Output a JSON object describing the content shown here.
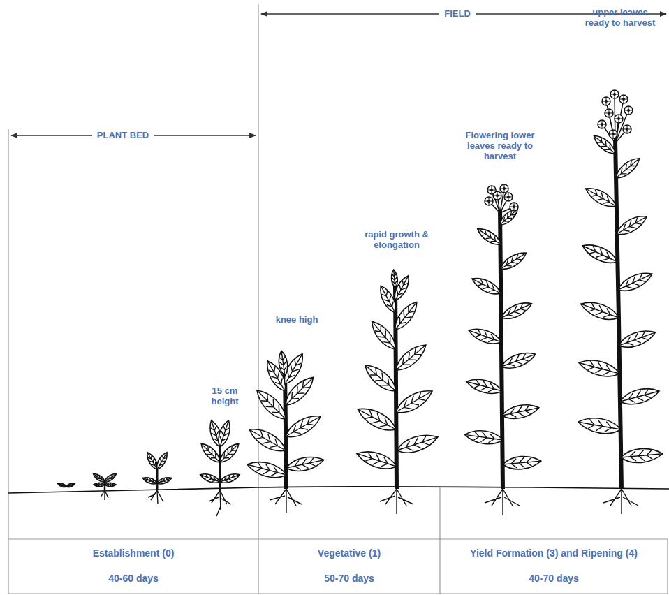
{
  "diagram": {
    "labels": [
      "FIELD",
      "PLANT BED",
      "upper leaves ready to harvest",
      "Flowering lower leaves ready to harvest",
      "rapid growth & elongation",
      "knee high",
      "15 cm height",
      "Establishment (0)",
      "40-60 days",
      "Vegetative (1)",
      "50-70 days",
      "Yield Formation (3) and Ripening (4)",
      "40-70 days"
    ]
  }
}
